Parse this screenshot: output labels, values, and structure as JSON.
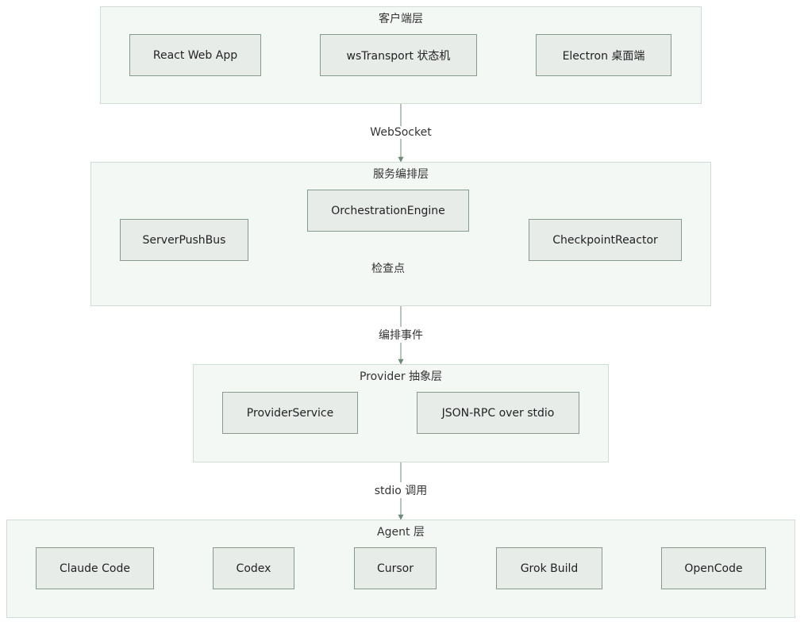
{
  "colors": {
    "layer_fill": "#f4f8f5",
    "layer_border": "#cfdcd3",
    "node_fill": "#e8ece9",
    "node_border": "#879a8c",
    "edge": "#6f8a79"
  },
  "layers": {
    "client": {
      "title": "客户端层",
      "nodes": {
        "react": "React Web App",
        "ws": "wsTransport 状态机",
        "electron": "Electron 桌面端"
      }
    },
    "service": {
      "title": "服务编排层",
      "nodes": {
        "bus": "ServerPushBus",
        "engine": "OrchestrationEngine",
        "reactor": "CheckpointReactor"
      },
      "checkpoint_label": "检查点"
    },
    "provider": {
      "title": "Provider 抽象层",
      "nodes": {
        "service": "ProviderService",
        "rpc": "JSON-RPC over stdio"
      }
    },
    "agent": {
      "title": "Agent 层",
      "nodes": {
        "claude": "Claude Code",
        "codex": "Codex",
        "cursor": "Cursor",
        "grok": "Grok Build",
        "opencode": "OpenCode"
      }
    }
  },
  "edges": {
    "websocket": "WebSocket",
    "orchestration_events": "编排事件",
    "stdio_call": "stdio 调用"
  }
}
